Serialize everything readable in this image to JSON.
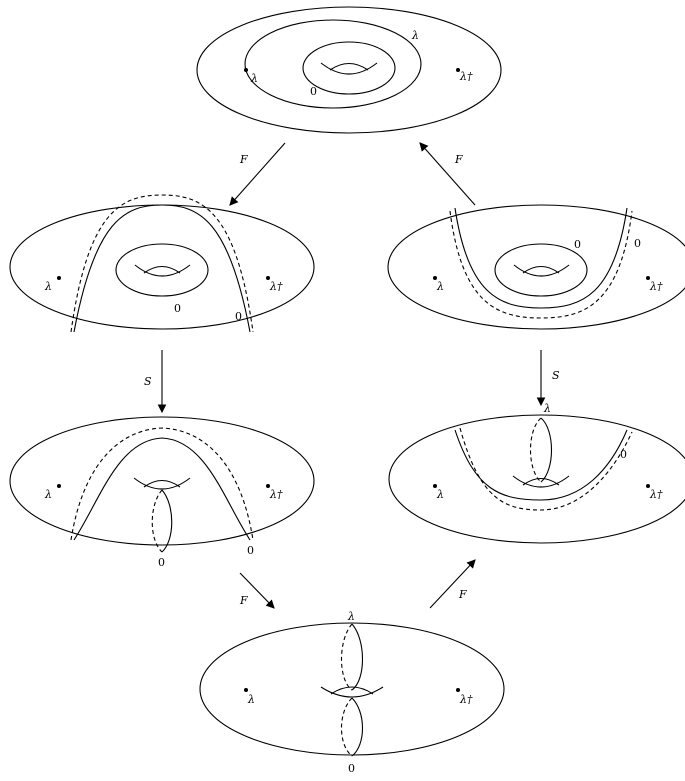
{
  "labels": {
    "lambda": "λ",
    "lambda_dagger": "λ†",
    "zero": "0",
    "F": "F",
    "S": "S"
  },
  "arrows": [
    {
      "label": "F",
      "from": "top",
      "to": "middle-left"
    },
    {
      "label": "F",
      "from": "middle-right",
      "to": "top"
    },
    {
      "label": "S",
      "from": "middle-left",
      "to": "lower-left"
    },
    {
      "label": "S",
      "from": "middle-right",
      "to": "lower-right"
    },
    {
      "label": "F",
      "from": "lower-left",
      "to": "bottom"
    },
    {
      "label": "F",
      "from": "bottom",
      "to": "lower-right"
    }
  ]
}
